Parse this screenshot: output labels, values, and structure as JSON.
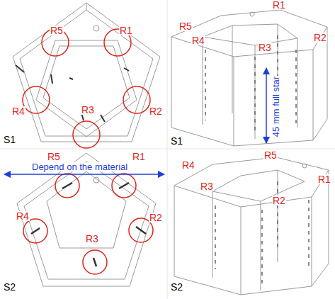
{
  "diagram": {
    "labels": [
      "R5",
      "R1",
      "R4",
      "R2",
      "R3",
      "S1",
      "R5",
      "R1",
      "R2",
      "R4",
      "R3",
      "45 mm full star",
      "S1",
      "R5",
      "R1",
      "Depend on the material",
      "R4",
      "R2",
      "R3",
      "S2",
      "R4",
      "R5",
      "R1",
      "R3",
      "R2",
      "S2"
    ]
  }
}
